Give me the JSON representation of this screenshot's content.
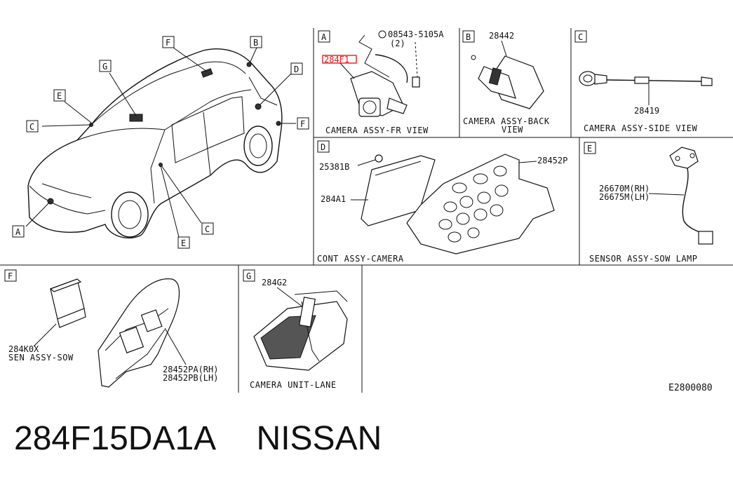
{
  "diagram": {
    "overview_letters": {
      "A": "A",
      "B": "B",
      "C": "C",
      "D": "D",
      "E": "E",
      "F": "F",
      "G": "G"
    },
    "panels": {
      "A": {
        "letter": "A",
        "caption": "CAMERA ASSY-FR VIEW",
        "part_highlight": "284F1",
        "part_screw": "08543-5105A",
        "screw_qty": "(2)"
      },
      "B": {
        "letter": "B",
        "caption_line1": "CAMERA ASSY-BACK",
        "caption_line2": "VIEW",
        "part": "28442"
      },
      "C": {
        "letter": "C",
        "caption": "CAMERA ASSY-SIDE VIEW",
        "part": "28419"
      },
      "D": {
        "letter": "D",
        "caption": "CONT ASSY-CAMERA",
        "part_nut": "25381B",
        "part_unit": "284A1",
        "part_bracket": "28452P"
      },
      "E": {
        "letter": "E",
        "caption": "SENSOR ASSY-SOW LAMP",
        "part_rh": "26670M(RH)",
        "part_lh": "26675M(LH)"
      },
      "F": {
        "letter": "F",
        "part_sen": "284K0X",
        "caption_sen": "SEN ASSY-SOW",
        "part_rh": "28452PA(RH)",
        "part_lh": "28452PB(LH)"
      },
      "G": {
        "letter": "G",
        "part": "284G2",
        "caption": "CAMERA UNIT-LANE"
      }
    },
    "drawing_code": "E2800080",
    "highlight_color": "#e0201c"
  },
  "footer": {
    "part_number": "284F15DA1A",
    "brand": "NISSAN"
  }
}
